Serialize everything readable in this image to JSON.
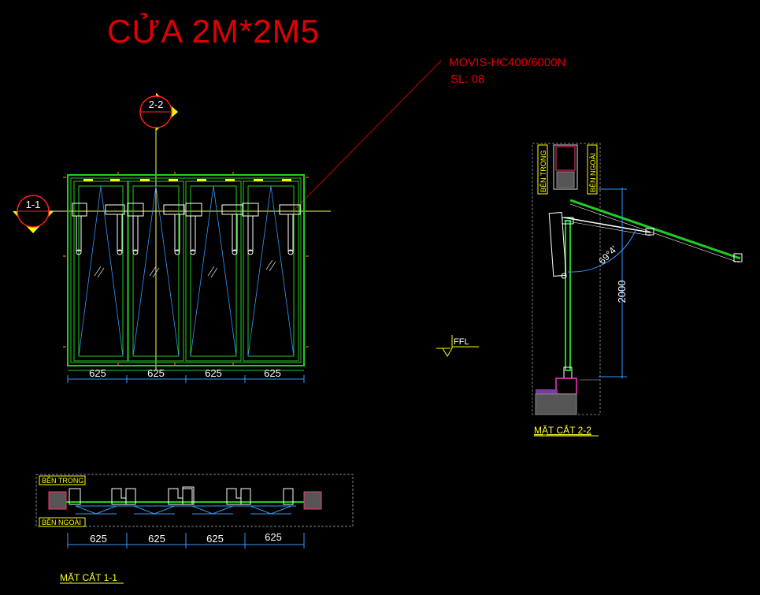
{
  "title": "CỬA 2M*2M5",
  "callout": {
    "line1": "MOVIS-HC400/6000N",
    "line2": "SL: 08"
  },
  "section_markers": {
    "a": "2-2",
    "b": "1-1"
  },
  "elevation": {
    "dimensions": [
      "625",
      "625",
      "625",
      "625"
    ]
  },
  "section_2_2": {
    "inside_label": "BÊN TRONG",
    "outside_label": "BÊN NGOÀI",
    "angle": "69°4'",
    "height": "2000",
    "caption": "MẶT CẮT 2-2"
  },
  "floor_level": "FFL",
  "section_1_1": {
    "inside_label": "BÊN TRONG",
    "outside_label": "BÊN NGOÀI",
    "dimensions": [
      "625",
      "625",
      "625",
      "625"
    ],
    "caption": "MẶT CẮT 1-1"
  },
  "colors": {
    "title": "#e00000",
    "frame": "#22cc22",
    "glass_lines": "#3399ff",
    "dims": "#3399ff",
    "marker": "#ffff00"
  }
}
